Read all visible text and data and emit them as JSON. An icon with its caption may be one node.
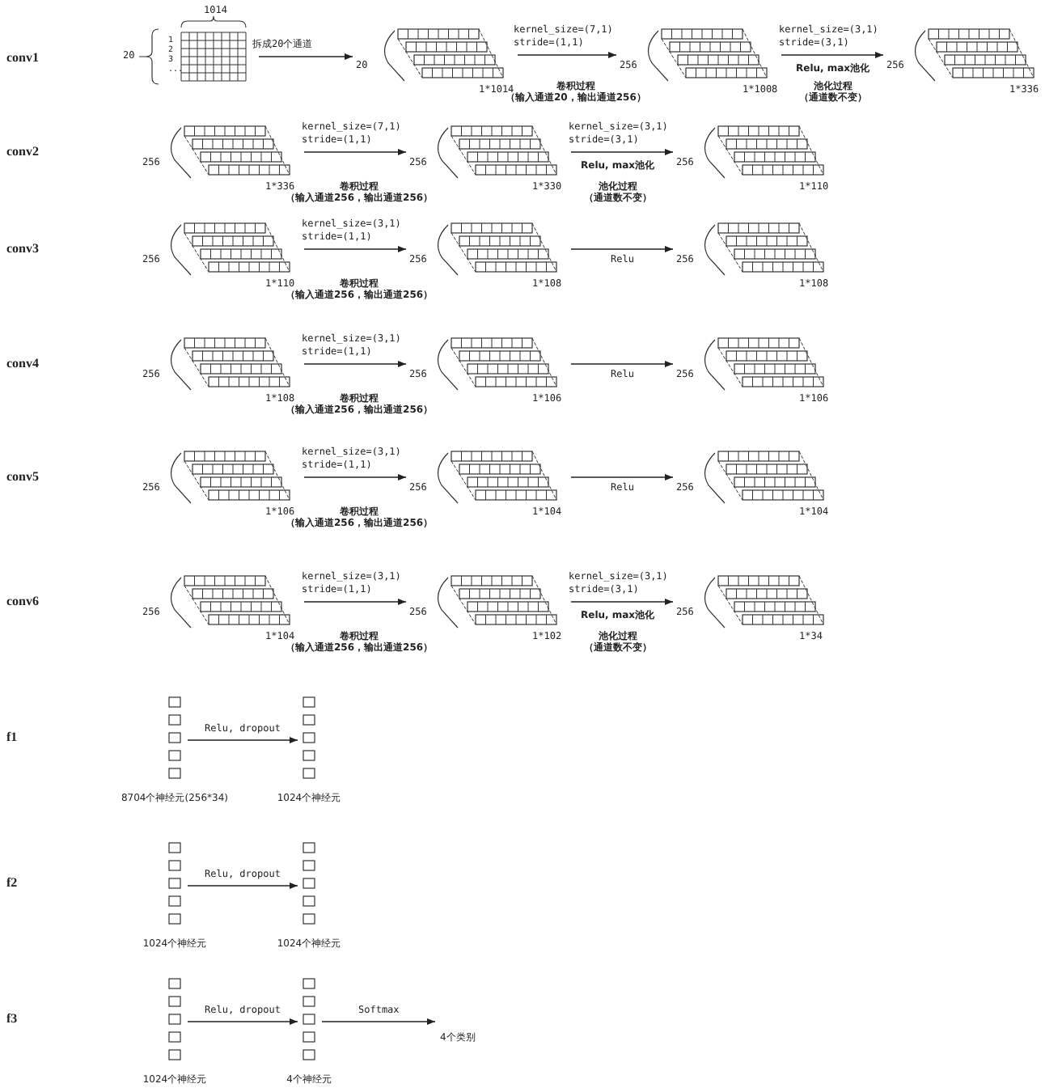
{
  "diagram": {
    "nodes": [
      {
        "text": [],
        "shape": "grid",
        "beside": [
          "1014",
          "20",
          "1 2 3 ..."
        ]
      },
      {
        "text": [],
        "shape": "stack",
        "beside": [
          "20",
          "1*1014"
        ]
      },
      {
        "text": [],
        "shape": "stack",
        "beside": [
          "256",
          "1*1008"
        ]
      },
      {
        "text": [],
        "shape": "stack",
        "beside": [
          "256",
          "1*336"
        ]
      },
      {
        "text": [],
        "shape": "stack",
        "beside": [
          "256",
          "1*336"
        ]
      },
      {
        "text": [],
        "shape": "stack",
        "beside": [
          "256",
          "1*330"
        ]
      },
      {
        "text": [],
        "shape": "stack",
        "beside": [
          "256",
          "1*110"
        ]
      },
      {
        "text": [],
        "shape": "stack",
        "beside": [
          "256",
          "1*110"
        ]
      },
      {
        "text": [],
        "shape": "stack",
        "beside": [
          "256",
          "1*108"
        ]
      },
      {
        "text": [],
        "shape": "stack",
        "beside": [
          "256",
          "1*108"
        ]
      },
      {
        "text": [],
        "shape": "stack",
        "beside": [
          "256",
          "1*108"
        ]
      },
      {
        "text": [],
        "shape": "stack",
        "beside": [
          "256",
          "1*106"
        ]
      },
      {
        "text": [],
        "shape": "stack",
        "beside": [
          "256",
          "1*106"
        ]
      },
      {
        "text": [],
        "shape": "stack",
        "beside": [
          "256",
          "1*106"
        ]
      },
      {
        "text": [],
        "shape": "stack",
        "beside": [
          "256",
          "1*104"
        ]
      },
      {
        "text": [],
        "shape": "stack",
        "beside": [
          "256",
          "1*104"
        ]
      },
      {
        "text": [],
        "shape": "stack",
        "beside": [
          "256",
          "1*104"
        ]
      },
      {
        "text": [],
        "shape": "stack",
        "beside": [
          "256",
          "1*102"
        ]
      },
      {
        "text": [],
        "shape": "stack",
        "beside": [
          "256",
          "1*34"
        ]
      },
      {
        "text": [],
        "shape": "column",
        "beside": [
          "8704个神经元(256*34)"
        ]
      },
      {
        "text": [],
        "shape": "column",
        "beside": [
          "1024个神经元"
        ]
      },
      {
        "text": [],
        "shape": "column",
        "beside": [
          "1024个神经元"
        ]
      },
      {
        "text": [],
        "shape": "column",
        "beside": [
          "1024个神经元"
        ]
      },
      {
        "text": [],
        "shape": "column",
        "beside": [
          "1024个神经元"
        ]
      },
      {
        "text": [],
        "shape": "column",
        "beside": [
          "4个神经元"
        ]
      },
      {
        "text": [
          "4个类别"
        ]
      }
    ],
    "edges": [
      {
        "from": 0,
        "to": 1,
        "arrow": "to",
        "label": "拆成20个通道"
      },
      {
        "from": 1,
        "to": 2,
        "arrow": "to",
        "label": "kernel_size=(7,1) stride=(1,1)"
      },
      {
        "from": 2,
        "to": 3,
        "arrow": "to",
        "label": "kernel_size=(3,1) stride=(3,1)"
      },
      {
        "from": 4,
        "to": 5,
        "arrow": "to",
        "label": "kernel_size=(7,1) stride=(1,1)"
      },
      {
        "from": 5,
        "to": 6,
        "arrow": "to",
        "label": "kernel_size=(3,1) stride=(3,1)"
      },
      {
        "from": 7,
        "to": 8,
        "arrow": "to",
        "label": "kernel_size=(3,1) stride=(1,1)"
      },
      {
        "from": 8,
        "to": 9,
        "arrow": "to",
        "label": "Relu"
      },
      {
        "from": 10,
        "to": 11,
        "arrow": "to",
        "label": "kernel_size=(3,1) stride=(1,1)"
      },
      {
        "from": 11,
        "to": 12,
        "arrow": "to",
        "label": "Relu"
      },
      {
        "from": 13,
        "to": 14,
        "arrow": "to",
        "label": "kernel_size=(3,1) stride=(1,1)"
      },
      {
        "from": 14,
        "to": 15,
        "arrow": "to",
        "label": "Relu"
      },
      {
        "from": 16,
        "to": 17,
        "arrow": "to",
        "label": "kernel_size=(3,1) stride=(1,1)"
      },
      {
        "from": 17,
        "to": 18,
        "arrow": "to",
        "label": "kernel_size=(3,1) stride=(3,1)"
      },
      {
        "from": 19,
        "to": 20,
        "arrow": "to",
        "label": "Relu, dropout"
      },
      {
        "from": 21,
        "to": 22,
        "arrow": "to",
        "label": "Relu, dropout"
      },
      {
        "from": 23,
        "to": 24,
        "arrow": "to",
        "label": "Relu, dropout"
      },
      {
        "from": 24,
        "to": 25,
        "arrow": "to",
        "label": "Softmax"
      }
    ],
    "labels": [
      "conv1",
      "Relu, max池化",
      "卷积过程",
      "（输入通道20，输出通道256）",
      "池化过程",
      "（通道数不变）",
      "conv2",
      "Relu, max池化",
      "卷积过程",
      "（输入通道256，输出通道256）",
      "池化过程",
      "（通道数不变）",
      "conv3",
      "卷积过程",
      "（输入通道256，输出通道256）",
      "conv4",
      "卷积过程",
      "（输入通道256，输出通道256）",
      "conv5",
      "卷积过程",
      "（输入通道256，输出通道256）",
      "conv6",
      "Relu, max池化",
      "卷积过程",
      "（输入通道256，输出通道256）",
      "池化过程",
      "（通道数不变）",
      "f1",
      "f2",
      "f3"
    ]
  }
}
